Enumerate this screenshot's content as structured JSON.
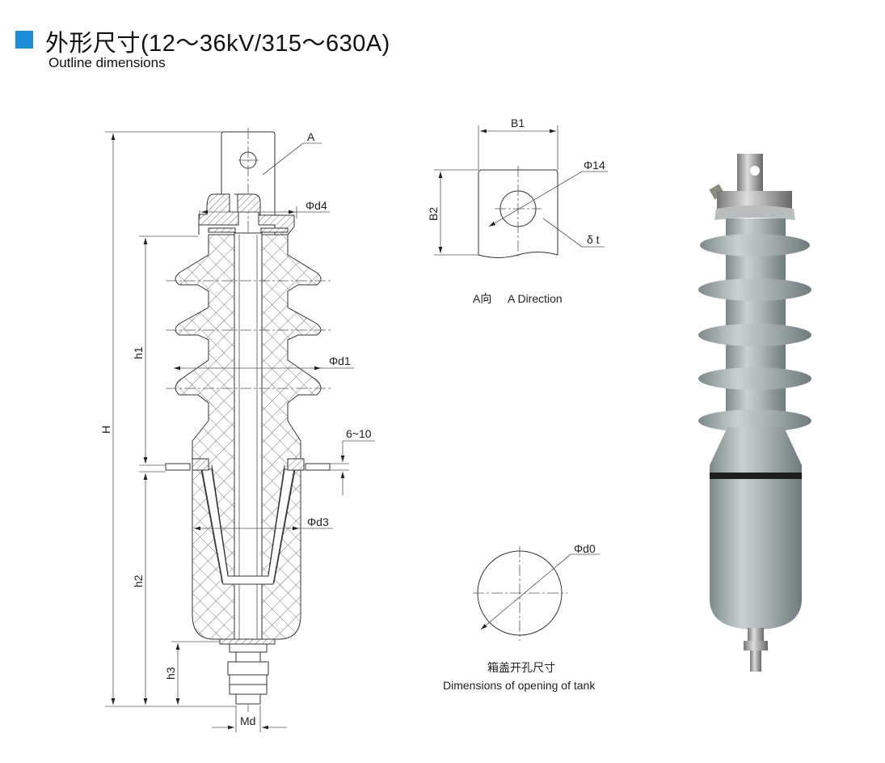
{
  "header": {
    "title": "外形尺寸(12～36kV/315～630A)",
    "subtitle": "Outline dimensions",
    "accent_color": "#1a8fd6"
  },
  "main_drawing": {
    "labels": {
      "A": "A",
      "d4": "Φd4",
      "d1": "Φd1",
      "gap": "6~10",
      "d3": "Φd3",
      "H": "H",
      "h1": "h1",
      "h2": "h2",
      "h3": "h3",
      "Md": "Md"
    }
  },
  "a_direction": {
    "B1": "B1",
    "B2": "B2",
    "phi14": "Φ14",
    "delta_t": "δ t",
    "caption_cn": "A向",
    "caption_en": "A Direction"
  },
  "tank_opening": {
    "d0": "Φd0",
    "caption_cn": "箱盖开孔尺寸",
    "caption_en": "Dimensions of opening of tank"
  },
  "photo": {
    "body_color": "#aab4b6"
  }
}
